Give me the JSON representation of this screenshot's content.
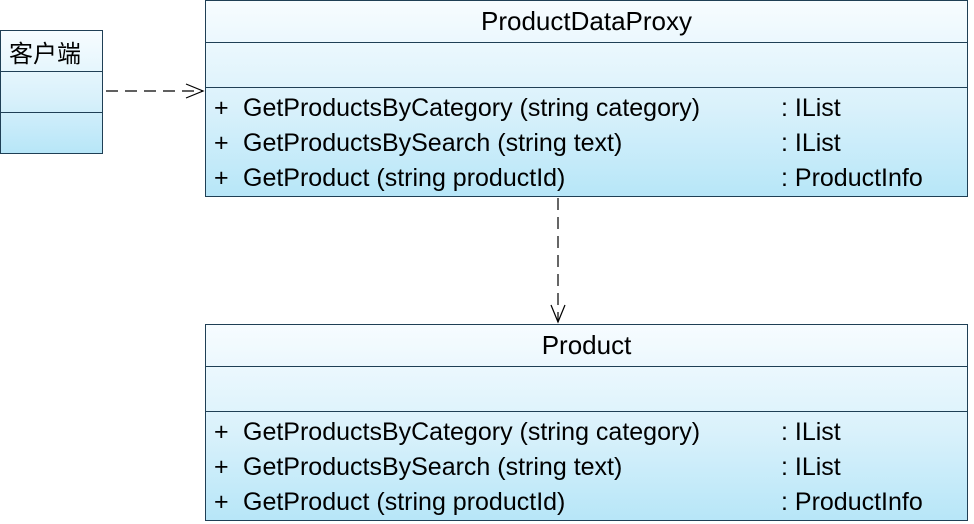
{
  "client": {
    "name": "客户端"
  },
  "proxy": {
    "name": "ProductDataProxy",
    "methods": [
      {
        "visibility": "+",
        "signature": "GetProductsByCategory (string category)",
        "returns": ": IList"
      },
      {
        "visibility": "+",
        "signature": "GetProductsBySearch (string text)",
        "returns": ": IList"
      },
      {
        "visibility": "+",
        "signature": "GetProduct (string productId)",
        "returns": ": ProductInfo"
      }
    ]
  },
  "product": {
    "name": "Product",
    "methods": [
      {
        "visibility": "+",
        "signature": "GetProductsByCategory (string category)",
        "returns": ": IList"
      },
      {
        "visibility": "+",
        "signature": "GetProductsBySearch (string text)",
        "returns": ": IList"
      },
      {
        "visibility": "+",
        "signature": "GetProduct (string productId)",
        "returns": ": ProductInfo"
      }
    ]
  },
  "colors": {
    "border": "#1f3f55",
    "fill_top": "#f7fcff",
    "fill_bottom": "#b7e6f8",
    "connector": "#000000"
  }
}
